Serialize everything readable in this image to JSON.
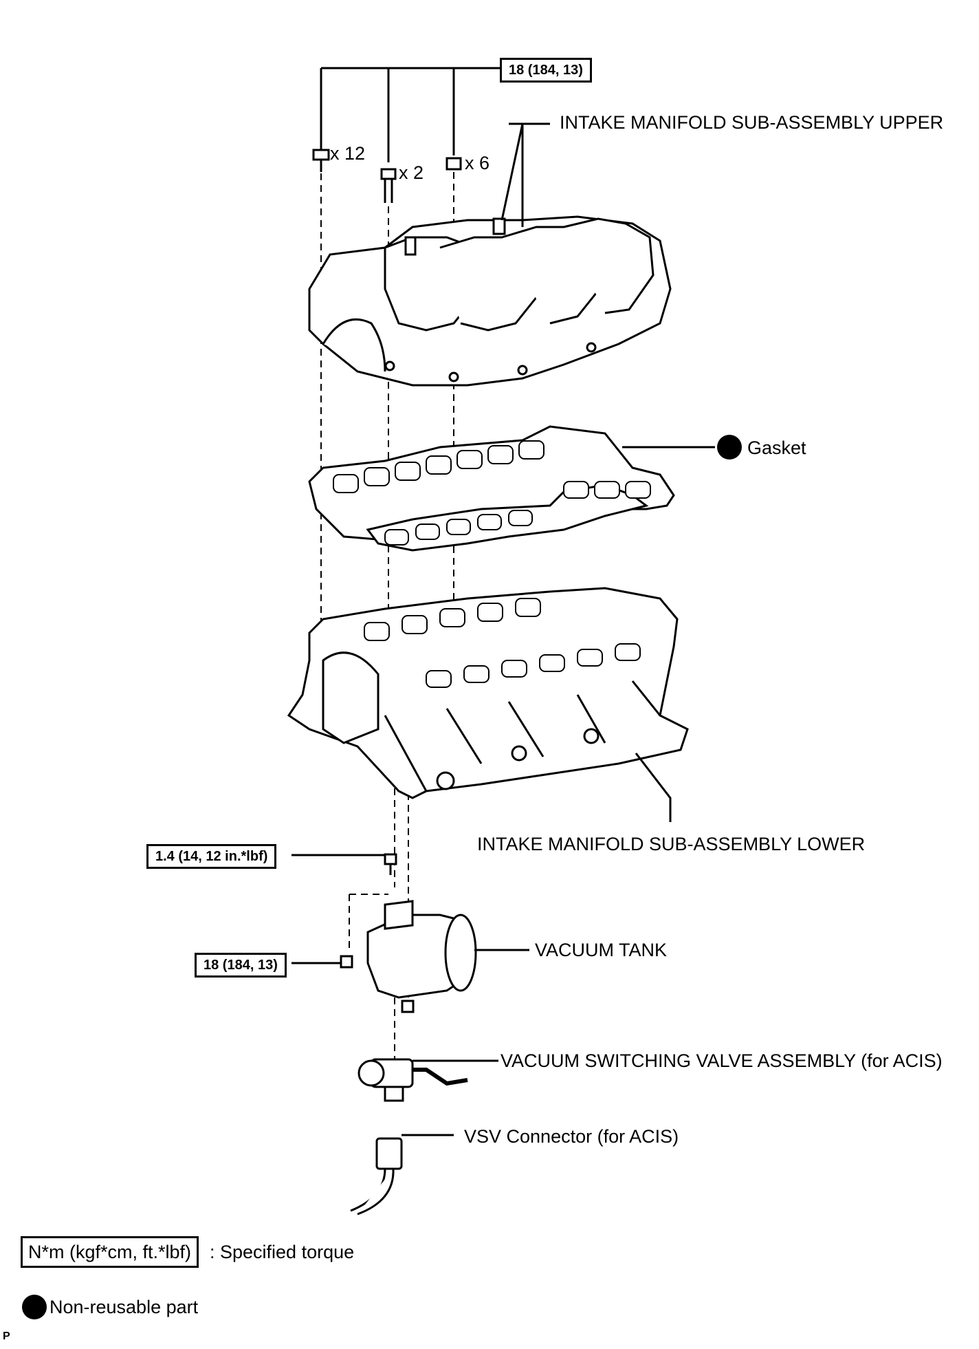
{
  "torque_specs": {
    "top_bolts": "18 (184, 13)",
    "vacuum_tank_bolt": "1.4 (14, 12 in.*lbf)",
    "vacuum_tank_nut": "18 (184, 13)"
  },
  "fastener_quantities": {
    "bolts_a": "x 12",
    "bolts_b": "x 2",
    "nuts": "x 6"
  },
  "callouts": {
    "upper_manifold": "INTAKE MANIFOLD SUB-ASSEMBLY UPPER",
    "gasket": "Gasket",
    "lower_manifold": "INTAKE MANIFOLD SUB-ASSEMBLY LOWER",
    "vacuum_tank": "VACUUM TANK",
    "vsv_assembly": "VACUUM SWITCHING VALVE ASSEMBLY (for ACIS)",
    "vsv_connector": "VSV Connector (for ACIS)"
  },
  "legend": {
    "torque_box": "N*m (kgf*cm, ft.*lbf)",
    "torque_text": ": Specified torque",
    "non_reusable": "Non-reusable part"
  },
  "corner_mark": "P"
}
